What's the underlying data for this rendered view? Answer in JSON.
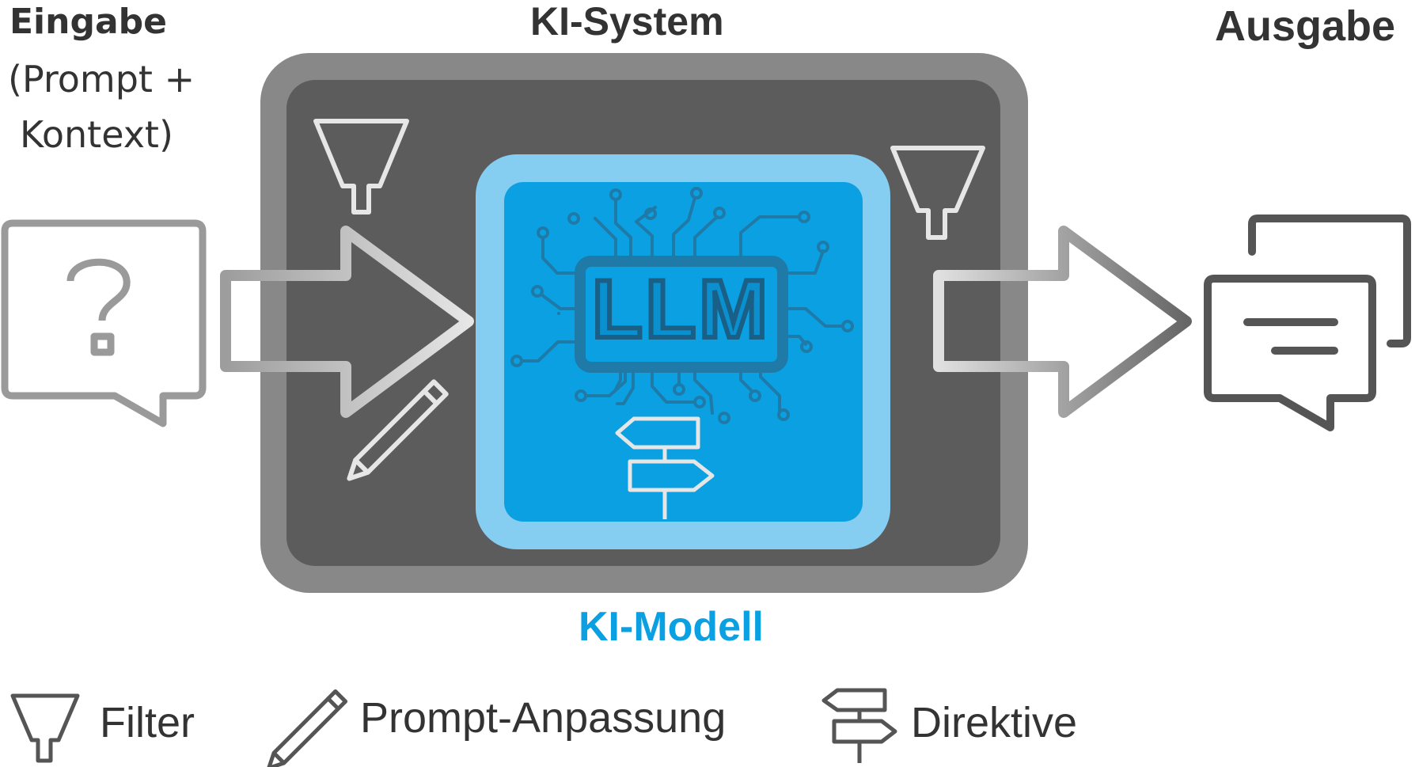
{
  "labels": {
    "input_title": "Eingabe",
    "input_sub_1": "(Prompt +",
    "input_sub_2": "Kontext)",
    "system_title": "KI-System",
    "output_title": "Ausgabe",
    "model_label": "KI-Modell",
    "llm_text": "LLM"
  },
  "legend": [
    {
      "icon": "filter-icon",
      "label": "Filter"
    },
    {
      "icon": "pencil-icon",
      "label": "Prompt-Anpassung"
    },
    {
      "icon": "signpost-icon",
      "label": "Direktive"
    }
  ],
  "colors": {
    "text": "#333333",
    "system_outer": "#888888",
    "system_inner": "#5c5c5c",
    "model_outer": "#86cdf2",
    "model_inner": "#0aa0e2",
    "model_label": "#0aa0e2",
    "circuit": "#1f7aa8",
    "input_icon": "#9a9a9a",
    "output_icon": "#555555"
  }
}
